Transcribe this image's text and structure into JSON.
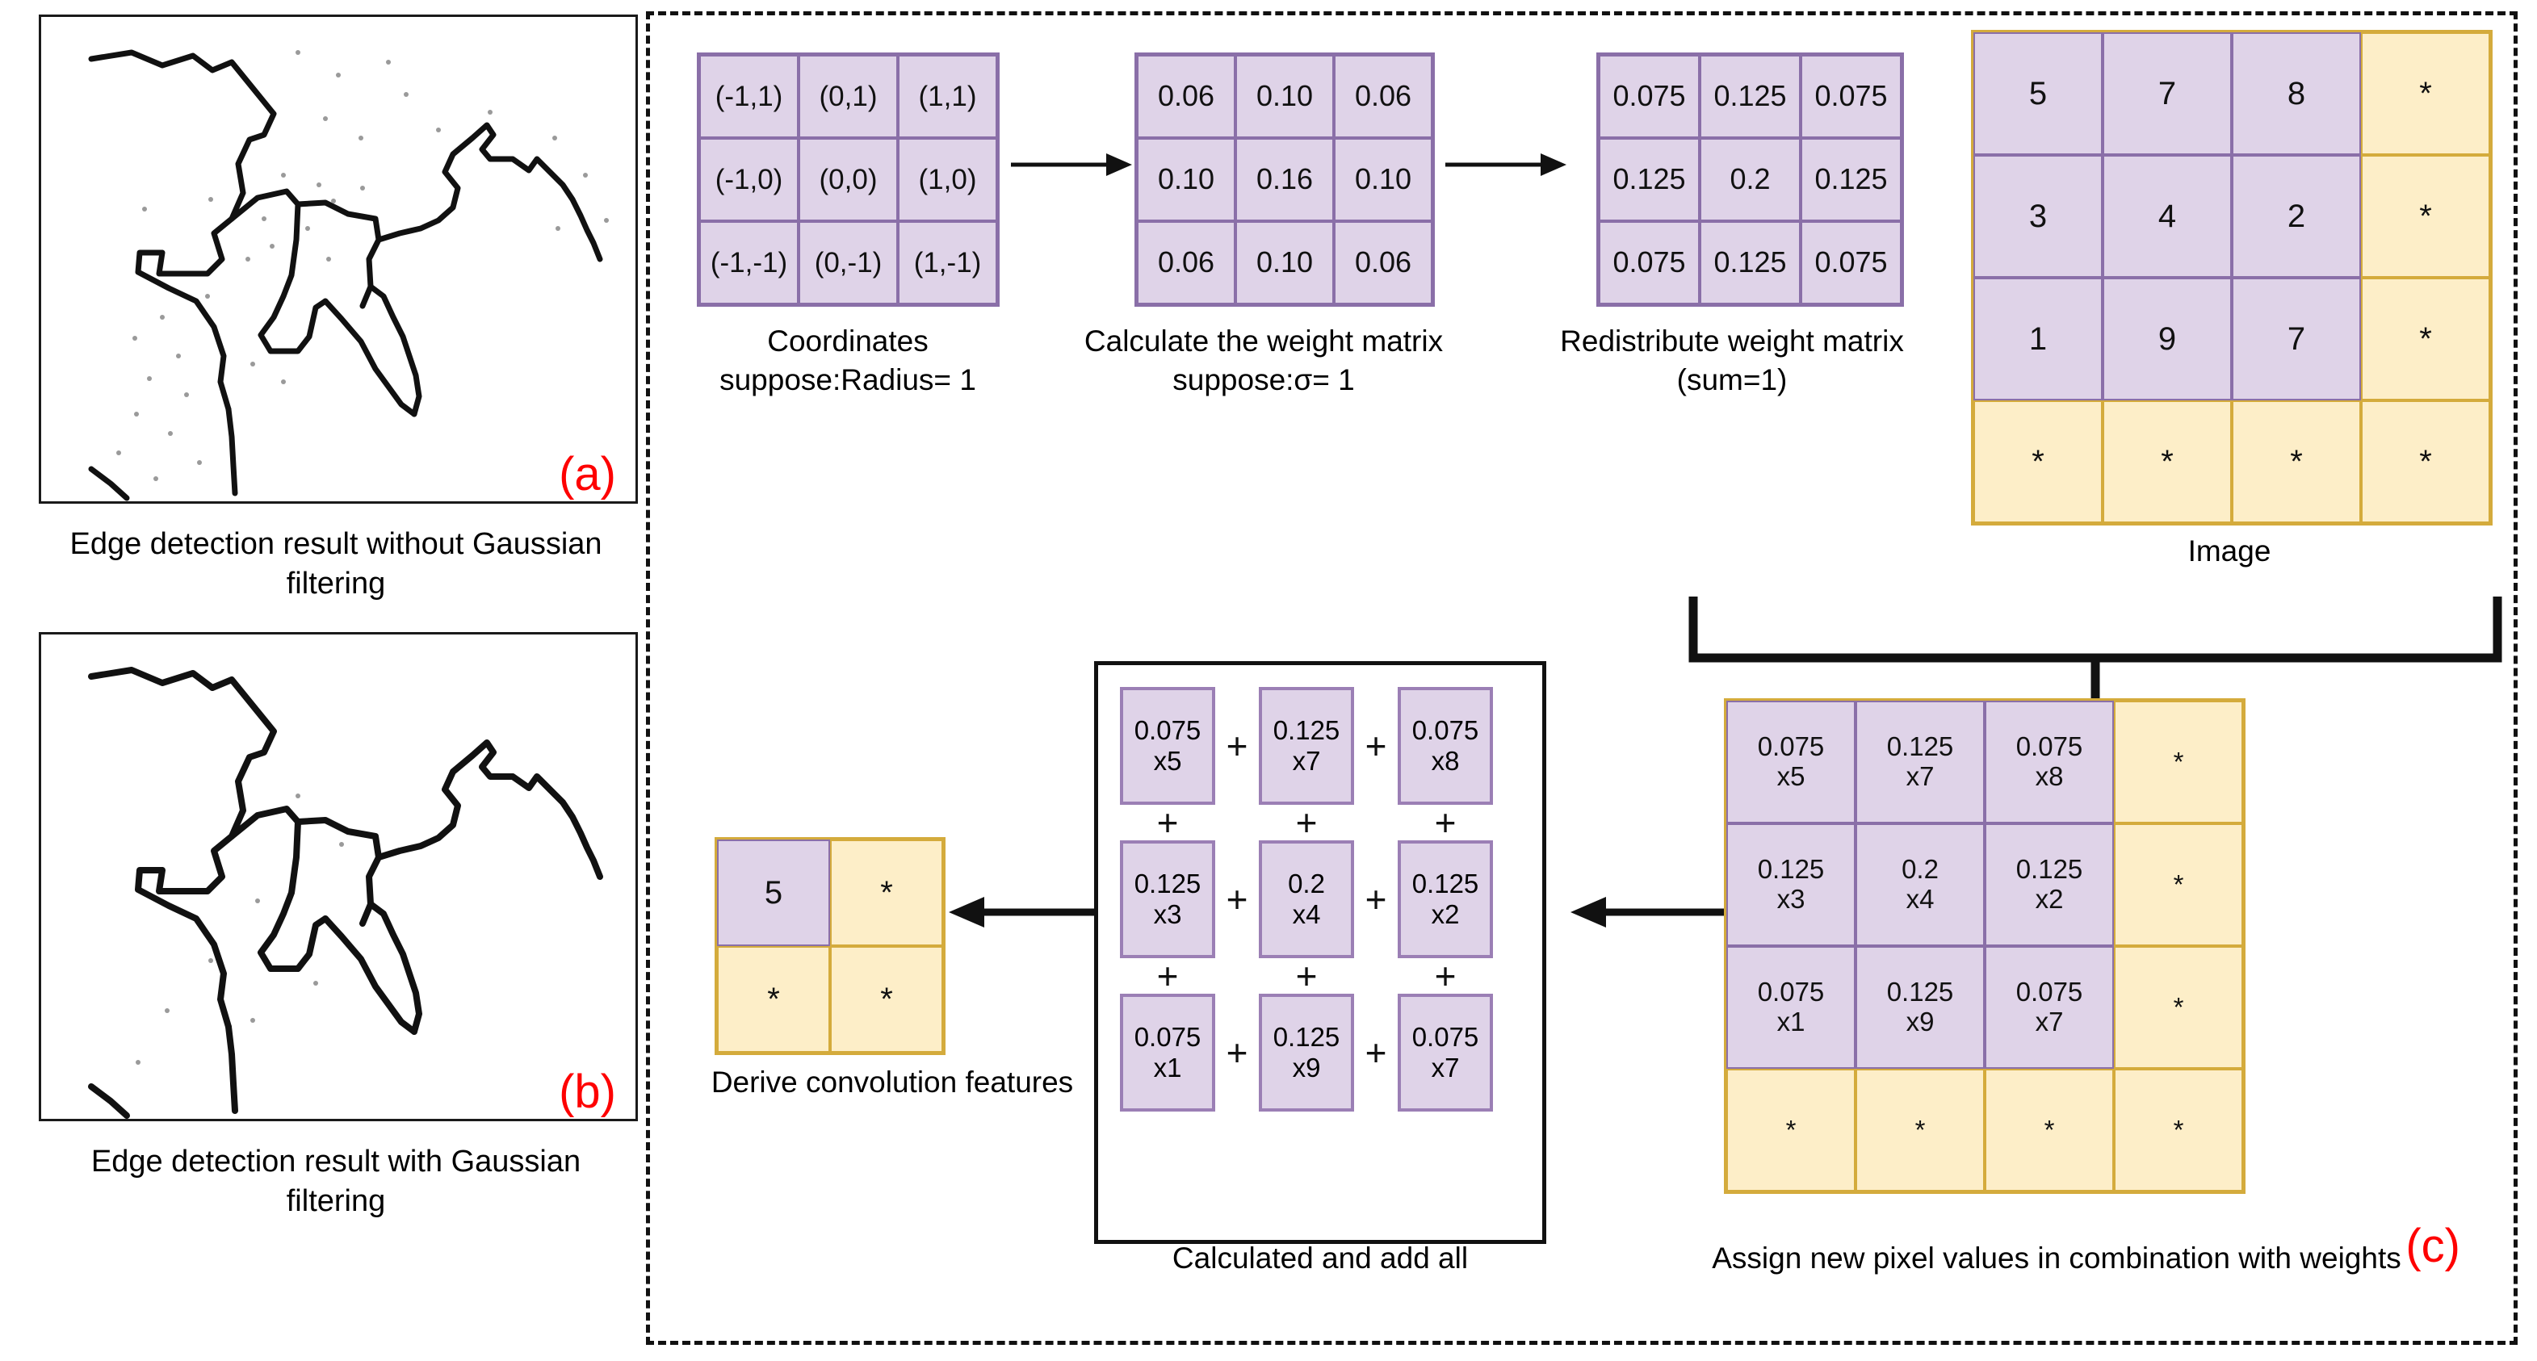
{
  "panels": {
    "a": {
      "tag": "(a)",
      "caption": "Edge detection result\nwithout Gaussian filtering"
    },
    "b": {
      "tag": "(b)",
      "caption": "Edge detection result\nwith Gaussian filtering"
    },
    "c": {
      "tag": "(c)"
    }
  },
  "colors": {
    "cell_purple_fill": "#dfd3e8",
    "cell_purple_border": "#8a6fa8",
    "cell_yellow_fill": "#fdeec8",
    "cell_yellow_border": "#d4ab3c",
    "panel_tag_red": "#fe0000",
    "line_black": "#111111"
  },
  "chart_data": {
    "type": "diagram",
    "title": "Gaussian filtering convolution pipeline",
    "steps": [
      {
        "name": "coordinates",
        "caption": "Coordinates\nsuppose:Radius= 1",
        "grid": [
          [
            "(-1,1)",
            "(0,1)",
            "(1,1)"
          ],
          [
            "(-1,0)",
            "(0,0)",
            "(1,0)"
          ],
          [
            "(-1,-1)",
            "(0,-1)",
            "(1,-1)"
          ]
        ]
      },
      {
        "name": "weight-matrix",
        "caption": "Calculate the weight matrix\nsuppose:σ= 1",
        "grid": [
          [
            "0.06",
            "0.10",
            "0.06"
          ],
          [
            "0.10",
            "0.16",
            "0.10"
          ],
          [
            "0.06",
            "0.10",
            "0.06"
          ]
        ]
      },
      {
        "name": "redistributed-weight-matrix",
        "caption": "Redistribute weight matrix\n(sum=1)",
        "grid": [
          [
            "0.075",
            "0.125",
            "0.075"
          ],
          [
            "0.125",
            "0.2",
            "0.125"
          ],
          [
            "0.075",
            "0.125",
            "0.075"
          ]
        ]
      },
      {
        "name": "image",
        "caption": "Image",
        "grid": [
          [
            "5",
            "7",
            "8",
            "*"
          ],
          [
            "3",
            "4",
            "2",
            "*"
          ],
          [
            "1",
            "9",
            "7",
            "*"
          ],
          [
            "*",
            "*",
            "*",
            "*"
          ]
        ],
        "highlight": "top-left 3x3 purple, remainder yellow"
      },
      {
        "name": "weighted-image",
        "caption": "Assign new pixel values in combination with weights",
        "grid": [
          [
            "0.075\nx5",
            "0.125\nx7",
            "0.075\nx8",
            "*"
          ],
          [
            "0.125\nx3",
            "0.2\nx4",
            "0.125\nx2",
            "*"
          ],
          [
            "0.075\nx1",
            "0.125\nx9",
            "0.075\nx7",
            "*"
          ],
          [
            "*",
            "*",
            "*",
            "*"
          ]
        ]
      },
      {
        "name": "sum-box",
        "caption": "Calculated and add all",
        "terms": [
          [
            "0.075\nx5",
            "0.125\nx7",
            "0.075\nx8"
          ],
          [
            "0.125\nx3",
            "0.2\nx4",
            "0.125\nx2"
          ],
          [
            "0.075\nx1",
            "0.125\nx9",
            "0.075\nx7"
          ]
        ],
        "operator": "+"
      },
      {
        "name": "convolution-output",
        "caption": "Derive convolution features",
        "grid": [
          [
            "5",
            "*"
          ],
          [
            "*",
            "*"
          ]
        ]
      }
    ]
  }
}
